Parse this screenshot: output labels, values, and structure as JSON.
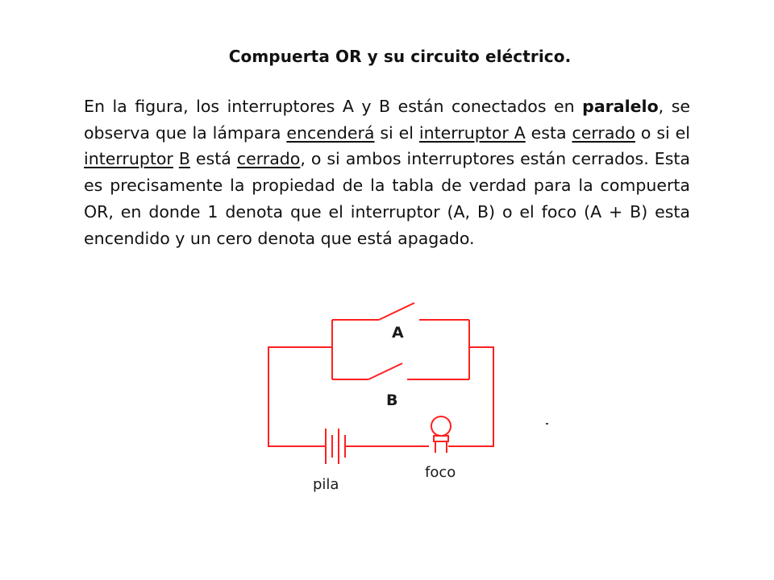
{
  "title": "Compuerta  OR y su circuito eléctrico.",
  "paragraph": {
    "t1": "En la figura, los interruptores A y B están conectados en ",
    "t2": "paralelo",
    "t3": ", se observa que la lámpara ",
    "t4": "encenderá",
    "t5": " si el ",
    "t6": "interruptor A",
    "t7": " esta ",
    "t8": "cerrado",
    "t9": " o si el ",
    "t10": "interruptor",
    "t11": " ",
    "t12": "B",
    "t13": " está ",
    "t14": "cerrado",
    "t15": ", o si ambos interruptores están cerrados. Esta es precisamente la propiedad de la tabla de verdad para la compuerta OR, en donde 1 denota que el interruptor (A, B) o el foco (A + B) esta encendido y un cero denota que está apagado."
  },
  "circuit": {
    "switch_a_label": "A",
    "switch_b_label": "B",
    "battery_label": "pila",
    "bulb_label": "foco",
    "wire_color": "#ff2020"
  }
}
